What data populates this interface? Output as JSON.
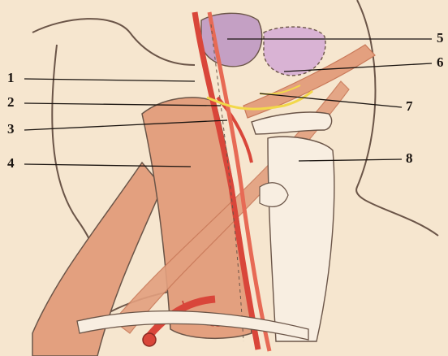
{
  "labels": {
    "l1": "1",
    "l2": "2",
    "l3": "3",
    "l4": "4",
    "l5": "5",
    "l6": "6",
    "l7": "7",
    "l8": "8"
  },
  "colors": {
    "background": "#f6e6cf",
    "muscle": "#e3a07f",
    "muscle_dark": "#c97a5a",
    "gland": "#c4a0c4",
    "artery": "#d9463a",
    "nerve": "#f2d84a",
    "cartilage": "#f8eee1",
    "outline": "#6b5548"
  }
}
